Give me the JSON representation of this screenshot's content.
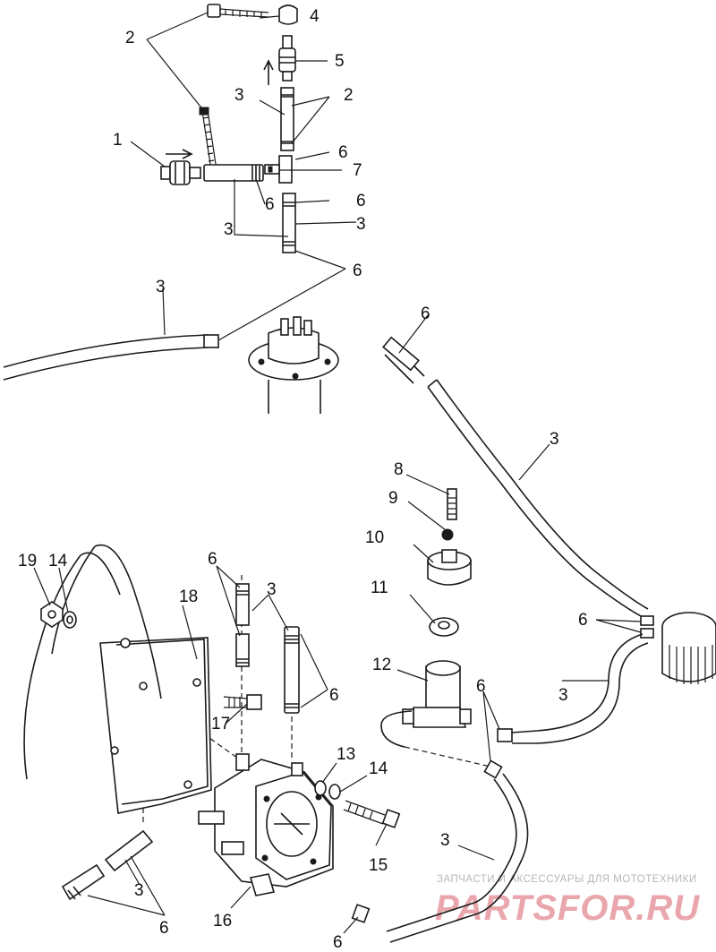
{
  "callouts": {
    "c1": "1",
    "c2a": "2",
    "c2b": "2",
    "c3a": "3",
    "c3b": "3",
    "c3c": "3",
    "c3d": "3",
    "c3e": "3",
    "c3f": "3",
    "c3g": "3",
    "c3h": "3",
    "c3i": "3",
    "c4": "4",
    "c5": "5",
    "c6a": "6",
    "c6b": "6",
    "c6c": "6",
    "c6d": "6",
    "c6e": "6",
    "c6f": "6",
    "c6g": "6",
    "c6h": "6",
    "c6i": "6",
    "c6j": "6",
    "c6k": "6",
    "c7": "7",
    "c8": "8",
    "c9": "9",
    "c10": "10",
    "c11": "11",
    "c12": "12",
    "c13": "13",
    "c14a": "14",
    "c14b": "14",
    "c15": "15",
    "c16": "16",
    "c17": "17",
    "c18": "18",
    "c19": "19"
  },
  "watermark": {
    "tagline": "ЗАПЧАСТИ И АКСЕССУАРЫ ДЛЯ МОТОТЕХНИКИ",
    "brand": "PARTSFOR.RU"
  },
  "colors": {
    "line": "#1a1a1a",
    "watermark_brand": "#e9a7ad",
    "watermark_text": "#b7b7b7"
  }
}
